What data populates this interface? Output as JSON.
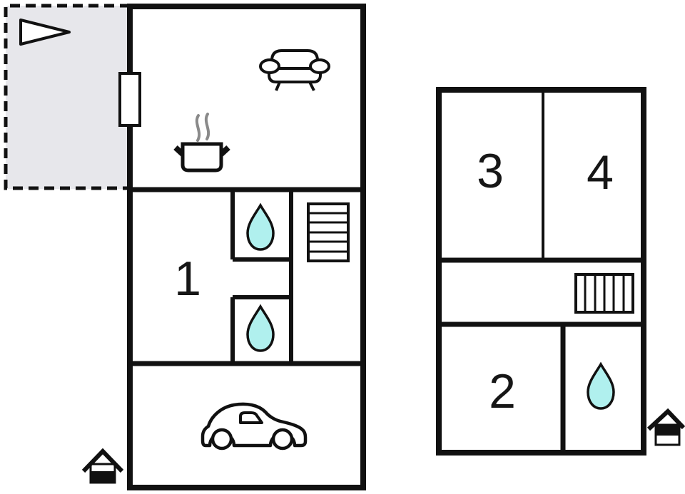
{
  "plan": {
    "type": "vacation-home-floor-plan",
    "rooms": [
      {
        "label": "1"
      },
      {
        "label": "2"
      },
      {
        "label": "3"
      },
      {
        "label": "4"
      }
    ],
    "colors": {
      "background": "#ffffff",
      "wall": "#111111",
      "terrace_fill": "#e7e7eb",
      "water": "#b0f0ee",
      "steam": "#8a8a8a"
    },
    "icons": [
      "pennant-icon",
      "door-icon",
      "sofa-icon",
      "cooking-pot-icon",
      "water-drop-icon",
      "stairs-icon",
      "car-icon",
      "house-ground-floor-icon",
      "house-upper-floor-icon"
    ]
  }
}
